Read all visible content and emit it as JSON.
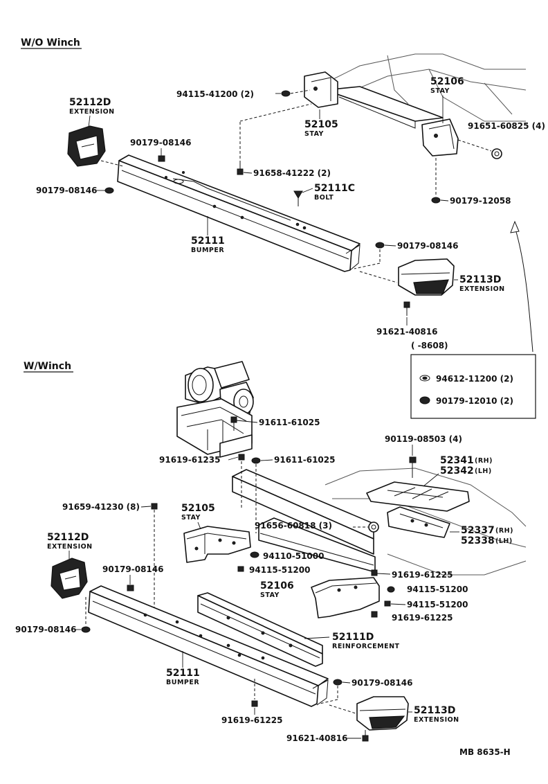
{
  "sections": {
    "wo_winch": "W/O Winch",
    "w_winch": "W/Winch"
  },
  "top": {
    "p52112D": "52112D",
    "p52112D_sub": "EXTENSION",
    "p90179_08146_a": "90179-08146",
    "p90179_08146_b": "90179-08146",
    "p94115_41200": "94115-41200 (2)",
    "p52105": "52105",
    "p52105_sub": "STAY",
    "p52106": "52106",
    "p52106_sub": "STAY",
    "p91651_60825": "91651-60825 (4)",
    "p91658_41222": "91658-41222 (2)",
    "p52111C": "52111C",
    "p52111C_sub": "BOLT",
    "p90179_12058": "90179-12058",
    "p52111": "52111",
    "p52111_sub": "BUMPER",
    "p90179_08146_c": "90179-08146",
    "p52113D": "52113D",
    "p52113D_sub": "EXTENSION",
    "p91621_40816": "91621-40816",
    "range": "(        -8608)",
    "box_item1": "94612-11200 (2)",
    "box_item2": "90179-12010 (2)"
  },
  "bottom": {
    "p91611_61025_a": "91611-61025",
    "p90119_08503": "90119-08503 (4)",
    "p91619_61235": "91619-61235",
    "p91611_61025_b": "91611-61025",
    "p52341": "52341",
    "p52341_side": "(RH)",
    "p52342": "52342",
    "p52342_side": "(LH)",
    "p91659_41230": "91659-41230 (8)",
    "p52105": "52105",
    "p52105_sub": "STAY",
    "p91656_60818": "91656-60818 (3)",
    "p52337": "52337",
    "p52337_side": "(RH)",
    "p52338": "52338",
    "p52338_side": "(LH)",
    "p52112D": "52112D",
    "p52112D_sub": "EXTENSION",
    "p94110_51000": "94110-51000",
    "p90179_08146_a": "90179-08146",
    "p94115_51200_a": "94115-51200",
    "p91619_61225_a": "91619-61225",
    "p52106": "52106",
    "p52106_sub": "STAY",
    "p94115_51200_b": "94115-51200",
    "p94115_51200_c": "94115-51200",
    "p91619_61225_b": "91619-61225",
    "p90179_08146_b": "90179-08146",
    "p52111D": "52111D",
    "p52111D_sub": "REINFORCEMENT",
    "p52111": "52111",
    "p52111_sub": "BUMPER",
    "p90179_08146_c": "90179-08146",
    "p52113D": "52113D",
    "p52113D_sub": "EXTENSION",
    "p91619_61225_c": "91619-61225",
    "p91621_40816": "91621-40816"
  },
  "footer": "MB  8635-H"
}
